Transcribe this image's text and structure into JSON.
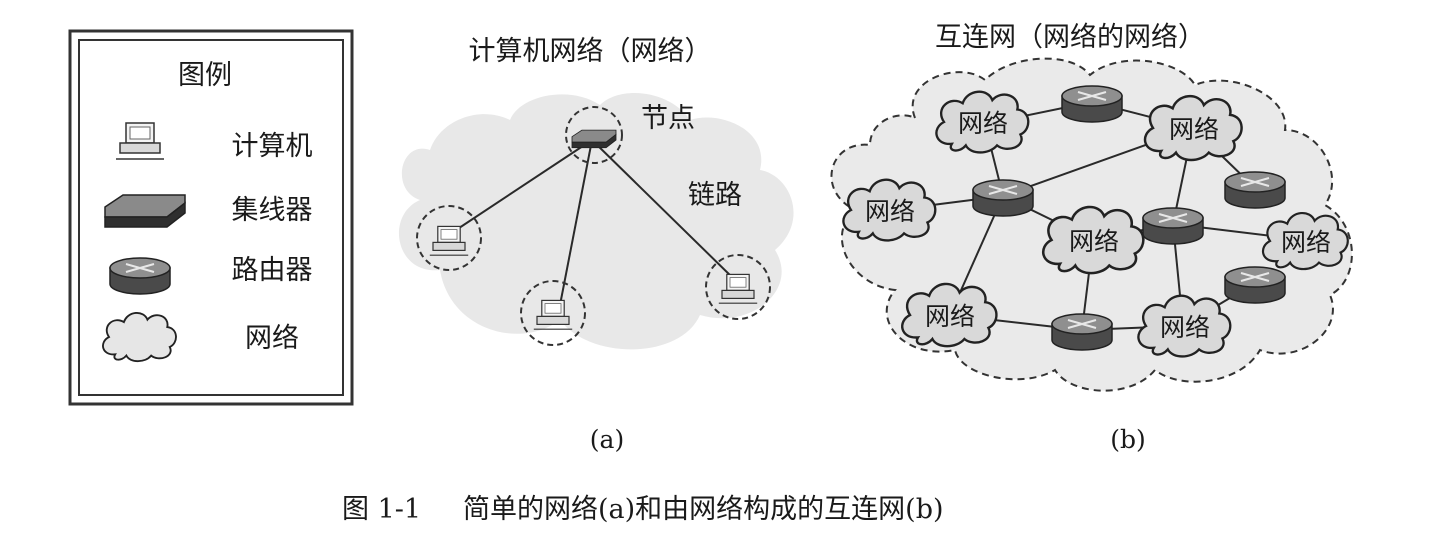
{
  "legend": {
    "title": "图例",
    "items": [
      {
        "icon": "computer-icon",
        "label": "计算机"
      },
      {
        "icon": "hub-icon",
        "label": "集线器"
      },
      {
        "icon": "router-icon",
        "label": "路由器"
      },
      {
        "icon": "network-cloud-icon",
        "label": "网络"
      }
    ]
  },
  "panel_a": {
    "title": "计算机网络（网络）",
    "node_label": "节点",
    "link_label": "链路",
    "sublabel": "(a)"
  },
  "panel_b": {
    "title": "互连网（网络的网络）",
    "network_label": "网络",
    "sublabel": "(b)"
  },
  "caption": {
    "number": "图 1-1",
    "text": "简单的网络(a)和由网络构成的互连网(b)"
  },
  "colors": {
    "cloud_fill": "#e6e6e6",
    "router_top": "#8a8a8a",
    "router_body": "#4a4a4a",
    "line": "#2a2a2a"
  }
}
